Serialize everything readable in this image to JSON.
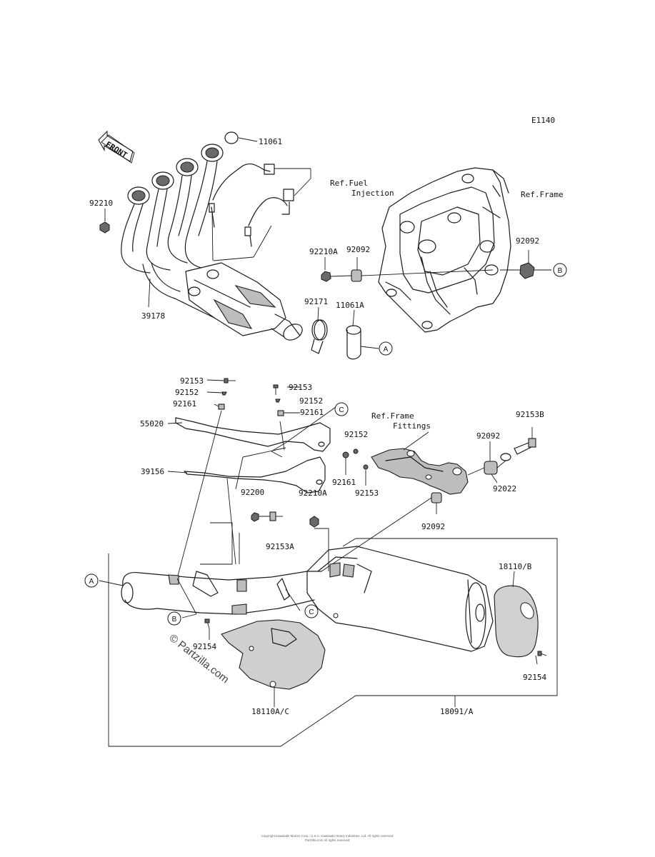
{
  "diagram_code": "E1140",
  "front_label": "FRONT",
  "refs": {
    "fuel_injection_1": "Ref.Fuel",
    "fuel_injection_2": "Injection",
    "frame": "Ref.Frame",
    "frame_fittings_1": "Ref.Frame",
    "frame_fittings_2": "Fittings"
  },
  "callouts": {
    "a": "A",
    "b": "B",
    "c": "C"
  },
  "part_labels": {
    "p11061": "11061",
    "p92210": "92210",
    "p39178": "39178",
    "p92210A": "92210A",
    "p92092_top": "92092",
    "p92092_right": "92092",
    "p92171": "92171",
    "p11061A": "11061A",
    "p92153_a": "92153",
    "p92152_a": "92152",
    "p92161_a": "92161",
    "p55020": "55020",
    "p92153_b": "92153",
    "p92152_b": "92152",
    "p92161_b": "92161",
    "p39156": "39156",
    "p92200": "92200",
    "p92210A_mid": "92210A",
    "p92152_c": "92152",
    "p92161_c": "92161",
    "p92153_c": "92153",
    "p92153A": "92153A",
    "p92153B": "92153B",
    "p92092_mid": "92092",
    "p92022": "92022",
    "p92092_low": "92092",
    "p18110B": "18110/B",
    "p92154_left": "92154",
    "p92154_right": "92154",
    "p18110AC": "18110A/C",
    "p18091A": "18091/A"
  },
  "watermark": "© Partzilla.com",
  "footer_line1": "Copyright Kawasaki Motors Corp., U.S.A. Kawasaki Heavy Industries, Ltd. All rights reserved",
  "footer_line2": "Partzilla.com All rights reserved"
}
